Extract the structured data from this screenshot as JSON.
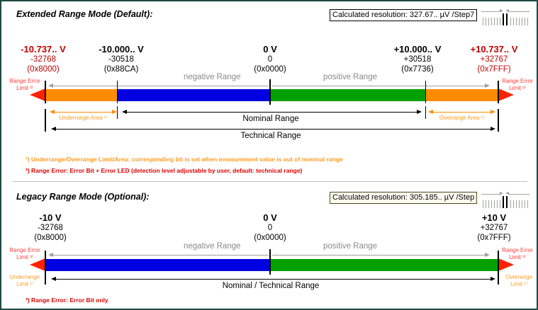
{
  "diagram": {
    "title_extended": "Extended Range Mode (Default):",
    "title_legacy": "Legacy Range Mode (Optional):",
    "colors": {
      "border": "#1f4a42",
      "underrange_overrange": "#ff8c00",
      "negative_range": "#0000e0",
      "positive_range": "#00a000",
      "range_error": "#ff2200",
      "value_red": "#c00000",
      "grey_text": "#8a8a8a"
    }
  },
  "extended": {
    "resolution_label": "Calculated resolution: 327.67.. µV /Step",
    "resolution_suffix": "7",
    "points": [
      {
        "volts": "-10.737.. V",
        "dec": "-32768",
        "hex": "(0x8000)",
        "color": "red"
      },
      {
        "volts": "-10.000.. V",
        "dec": "-30518",
        "hex": "(0x88CA)",
        "color": "black"
      },
      {
        "volts": "0 V",
        "dec": "0",
        "hex": "(0x0000)",
        "color": "black"
      },
      {
        "volts": "+10.000.. V",
        "dec": "+30518",
        "hex": "(0x7736)",
        "color": "black"
      },
      {
        "volts": "+10.737.. V",
        "dec": "+32767",
        "hex": "(0x7FFF)",
        "color": "red"
      }
    ],
    "range_error_left": "Range Error",
    "range_error_left_limit": "Limit ²⁾",
    "range_error_right": "Range Error",
    "range_error_right_limit": "Limit ²⁾",
    "negative_range": "negative Range",
    "positive_range": "positive Range",
    "underrange_area": "Underrange Area ¹⁾",
    "overrange_area": "Overrange Area ¹⁾",
    "nominal_range": "Nominal Range",
    "technical_range": "Technical Range"
  },
  "footnotes_extended": [
    "¹) Underrange/Overrange Limit/Area: corresponding bit is set when measurement value is out of nominal range",
    "²) Range Error: Error Bit + Error LED (detection level adjustable by user, default: technical range)"
  ],
  "legacy": {
    "resolution_label": "Calculated resolution: 305.185.. µV /Step",
    "points": [
      {
        "volts": "-10 V",
        "dec": "-32768",
        "hex": "(0x8000)",
        "color": "black"
      },
      {
        "volts": "0 V",
        "dec": "0",
        "hex": "(0x0000)",
        "color": "black"
      },
      {
        "volts": "+10 V",
        "dec": "+32767",
        "hex": "(0x7FFF)",
        "color": "black"
      }
    ],
    "range_error_left": "Range Error",
    "range_error_left_limit": "Limit ³⁾",
    "range_error_right": "Range Error",
    "range_error_right_limit": "Limit ³⁾",
    "underrange_limit": "Underrange",
    "underrange_limit2": "Limit ¹⁾",
    "overrange_limit": "Overrange",
    "overrange_limit2": "Limit ¹⁾",
    "negative_range": "negative Range",
    "positive_range": "positive Range",
    "nominal_technical_range": "Nominal / Technical Range"
  },
  "footnotes_legacy": [
    "³) Range Error: Error Bit only"
  ]
}
